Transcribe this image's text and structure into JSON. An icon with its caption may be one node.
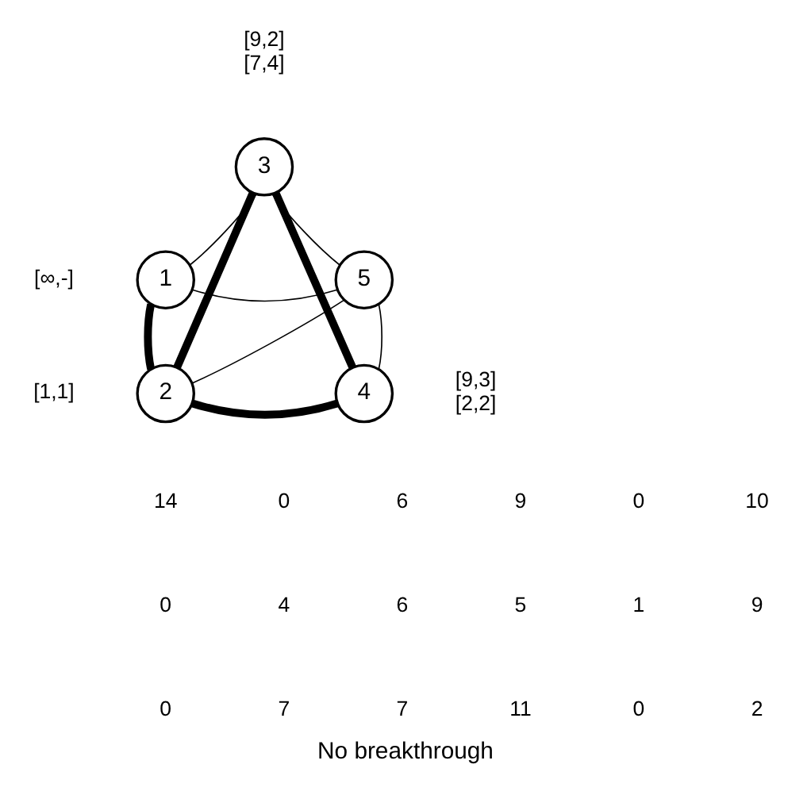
{
  "diagram": {
    "caption": "No breakthrough",
    "nodes": [
      {
        "text": [
          "3"
        ],
        "beside": [
          "[9,2]",
          "[7,4]"
        ]
      },
      {
        "text": [
          "1"
        ],
        "beside": [
          "[∞,-]"
        ]
      },
      {
        "text": [
          "5"
        ]
      },
      {
        "text": [
          "2"
        ],
        "beside": [
          "[1,1]"
        ]
      },
      {
        "text": [
          "4"
        ],
        "beside": [
          "[9,3]",
          "[2,2]"
        ]
      }
    ],
    "edges": [
      {
        "from": 1,
        "to": 0,
        "arrow": "none"
      },
      {
        "from": 0,
        "to": 2,
        "arrow": "none"
      },
      {
        "from": 1,
        "to": 2,
        "arrow": "none"
      },
      {
        "from": 1,
        "to": 3,
        "arrow": "none",
        "style": "thick"
      },
      {
        "from": 0,
        "to": 3,
        "arrow": "none",
        "style": "thick"
      },
      {
        "from": 0,
        "to": 4,
        "arrow": "none",
        "style": "thick"
      },
      {
        "from": 3,
        "to": 2,
        "arrow": "none"
      },
      {
        "from": 3,
        "to": 4,
        "arrow": "none",
        "style": "thick"
      },
      {
        "from": 4,
        "to": 2,
        "arrow": "none"
      }
    ],
    "labels": [
      "14",
      "0",
      "6",
      "9",
      "0",
      "10",
      "0",
      "4",
      "6",
      "5",
      "1",
      "9",
      "0",
      "7",
      "7",
      "11",
      "0",
      "2"
    ]
  }
}
